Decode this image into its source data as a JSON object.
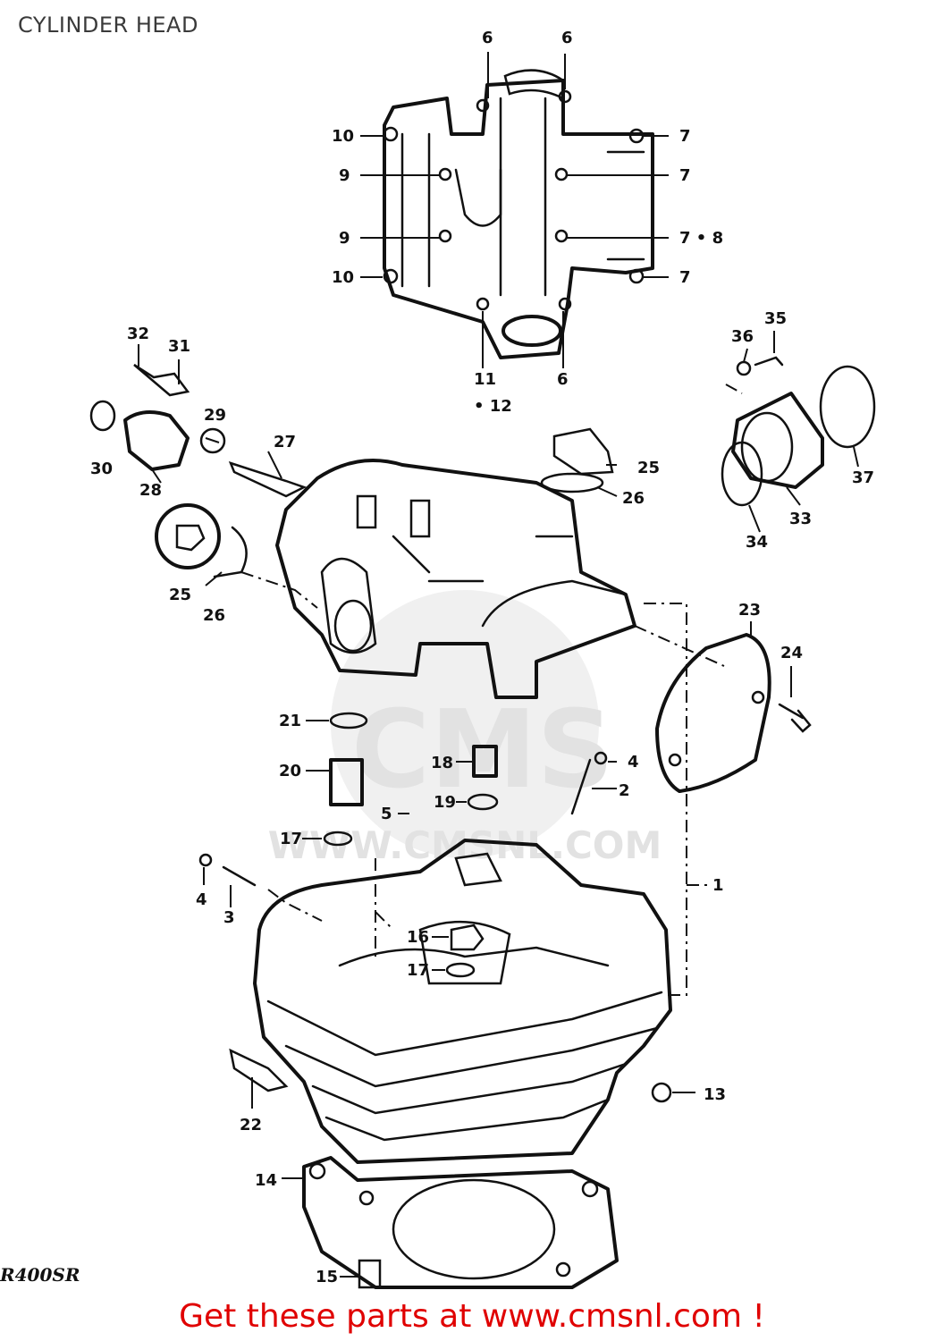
{
  "page": {
    "title": "CYLINDER HEAD",
    "model_code": "R400SR",
    "footer": "Get these parts at www.cmsnl.com !"
  },
  "watermark": {
    "brand": "CMS",
    "url": "WWW.CMSNL.COM"
  },
  "callouts": [
    "1",
    "2",
    "3",
    "4",
    "4",
    "5",
    "6",
    "6",
    "6",
    "7",
    "7",
    "7 • 8",
    "7",
    "9",
    "9",
    "10",
    "10",
    "11",
    "• 12",
    "13",
    "14",
    "15",
    "16",
    "17",
    "17",
    "18",
    "19",
    "20",
    "21",
    "22",
    "23",
    "24",
    "25",
    "25",
    "26",
    "26",
    "27",
    "28",
    "29",
    "30",
    "31",
    "32",
    "33",
    "34",
    "35",
    "36",
    "37"
  ],
  "colors": {
    "footer_text": "#e00000",
    "line_art": "#111111",
    "watermark": "#e2e2e2"
  }
}
